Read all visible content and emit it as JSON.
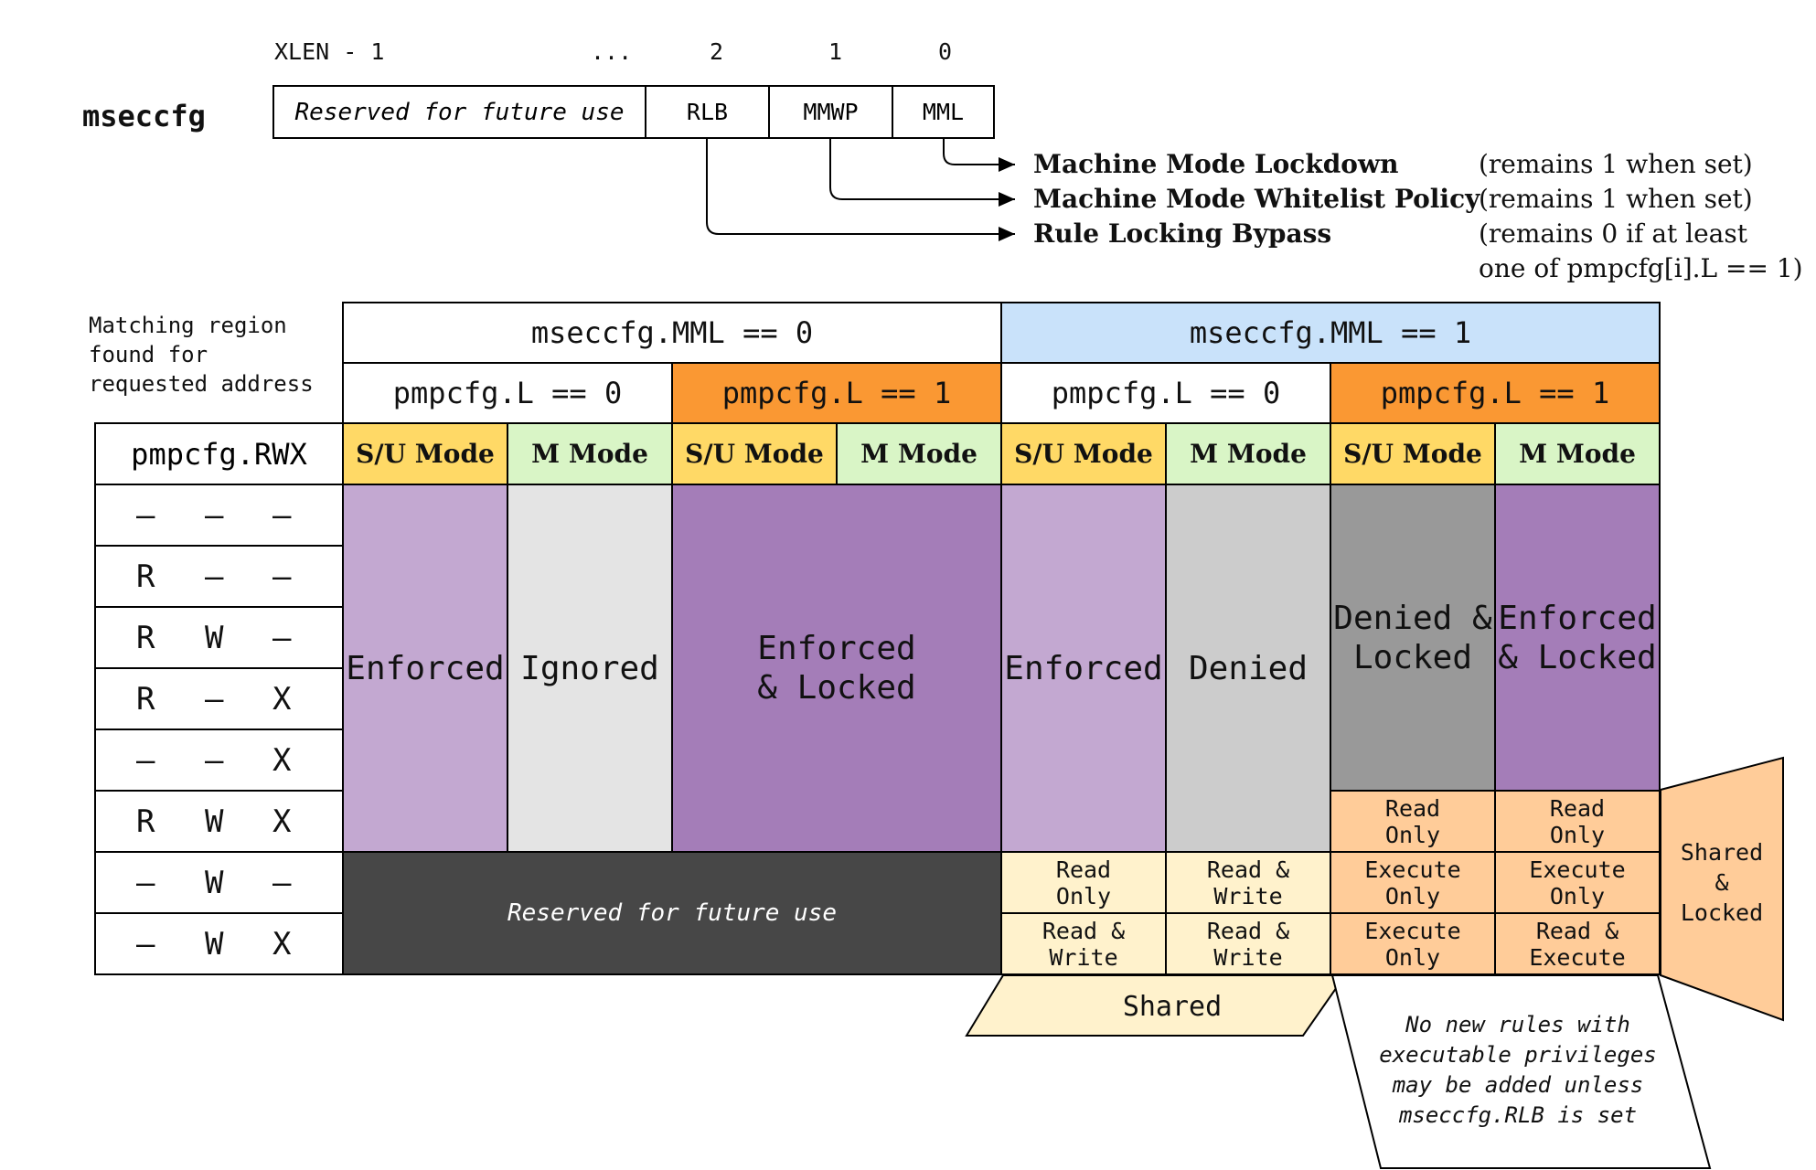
{
  "register": {
    "name": "mseccfg",
    "bit_labels": {
      "high": "XLEN - 1",
      "dots": "...",
      "b2": "2",
      "b1": "1",
      "b0": "0"
    },
    "fields": {
      "reserved": "Reserved for future use",
      "rlb": "RLB",
      "mmwp": "MMWP",
      "mml": "MML"
    }
  },
  "definitions": [
    {
      "name": "Machine Mode Lockdown",
      "note": "(remains 1 when set)"
    },
    {
      "name": "Machine Mode Whitelist Policy",
      "note": "(remains 1 when set)"
    },
    {
      "name": "Rule Locking Bypass",
      "note_line1": "(remains 0 if at least",
      "note_line2": "one of pmpcfg[i].L == 1)"
    }
  ],
  "table": {
    "corner_label": "Matching region\nfound for\nrequested address",
    "mml_headers": {
      "mml0": "mseccfg.MML == 0",
      "mml1": "mseccfg.MML == 1"
    },
    "lock_headers": {
      "l0": "pmpcfg.L == 0",
      "l1": "pmpcfg.L == 1"
    },
    "rwx_header": "pmpcfg.RWX",
    "mode_labels": {
      "su": "S/U Mode",
      "m": "M Mode"
    },
    "rwx_rows": [
      [
        "–",
        "–",
        "–"
      ],
      [
        "R",
        "–",
        "–"
      ],
      [
        "R",
        "W",
        "–"
      ],
      [
        "R",
        "–",
        "X"
      ],
      [
        "–",
        "–",
        "X"
      ],
      [
        "R",
        "W",
        "X"
      ],
      [
        "–",
        "W",
        "–"
      ],
      [
        "–",
        "W",
        "X"
      ]
    ],
    "cells": {
      "mml0_l0_su": "Enforced",
      "mml0_l0_m": "Ignored",
      "mml0_l1": "Enforced\n& Locked",
      "mml1_l0_su": "Enforced",
      "mml1_l0_m": "Denied",
      "mml1_l1_su": "Denied &\nLocked",
      "mml1_l1_m": "Enforced\n& Locked",
      "reserved": "Reserved for future use",
      "rwx_l1_su": "Read\nOnly",
      "rwx_l1_m": "Read\nOnly",
      "w_l0_su": "Read\nOnly",
      "w_l0_m": "Read &\nWrite",
      "w_l1_su": "Execute\nOnly",
      "w_l1_m": "Execute\nOnly",
      "wx_l0_su": "Read &\nWrite",
      "wx_l0_m": "Read &\nWrite",
      "wx_l1_su": "Execute\nOnly",
      "wx_l1_m": "Read &\nExecute"
    },
    "shared_label": "Shared",
    "shared_locked_label": "Shared\n&\nLocked",
    "note": "No new rules with\nexecutable privileges\nmay be added unless\nmseccfg.RLB is set"
  },
  "colors": {
    "enforced_light": "#c3a8d1",
    "enforced_dark": "#a47db8",
    "ignored": "#e4e4e4",
    "denied": "#cccccc",
    "denied_locked": "#999999",
    "reserved": "#474747",
    "shared": "#fff2cc",
    "shared_locked": "#ffcc99",
    "su_mode": "#ffd966",
    "m_mode": "#d9f5c6",
    "mml1_header": "#c9e2fa",
    "lock1_header": "#fa9833"
  }
}
